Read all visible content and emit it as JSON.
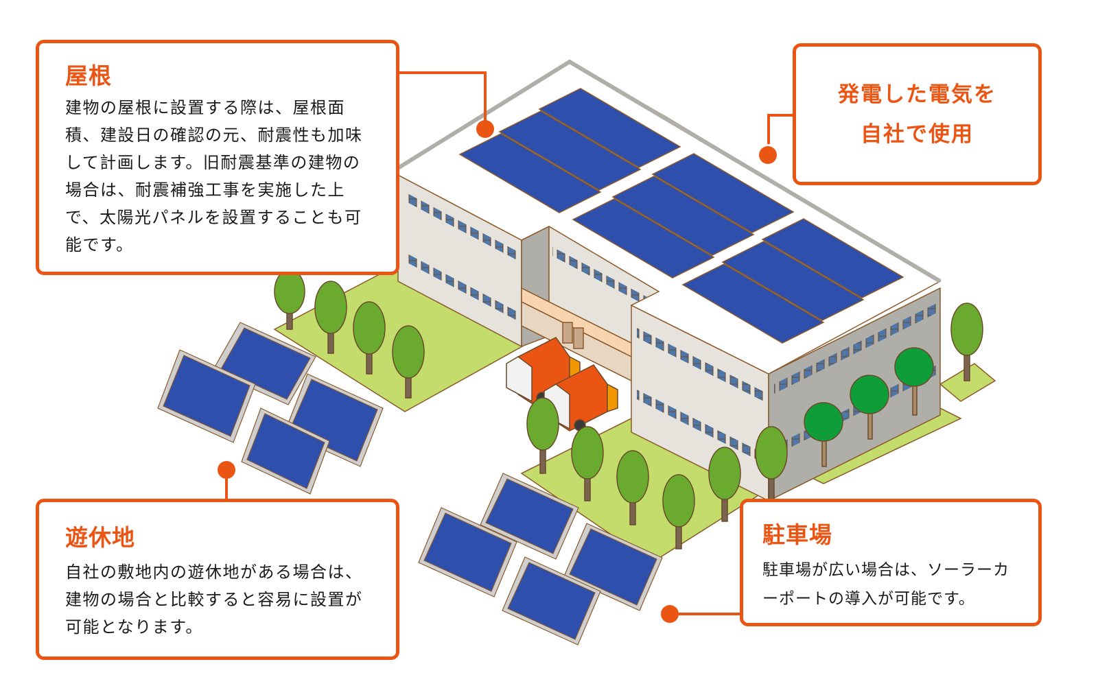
{
  "colors": {
    "accent": "#ea5514",
    "text": "#1a1a1a",
    "panel_blue": "#2f4fad",
    "panel_frame": "#cfcfcf",
    "grass": "#c4dc6c",
    "tree_green": "#6aaa2e",
    "wall": "#e6e3dc",
    "window_blue": "#4f76a8",
    "truck_orange": "#ea5514",
    "outline": "#8a5a2b"
  },
  "callouts": {
    "roof": {
      "title": "屋根",
      "body": "建物の屋根に設置する際は、屋根面積、建設日の確認の元、耐震性も加味して計画します。旧耐震基準の建物の場合は、耐震補強工事を実施した上で、太陽光パネルを設置することも可能です。"
    },
    "self_use": {
      "line1": "発電した電気を",
      "line2": "自社で使用"
    },
    "idle_land": {
      "title": "遊休地",
      "body": "自社の敷地内の遊休地がある場合は、建物の場合と比較すると容易に設置が可能となります。"
    },
    "parking": {
      "title": "駐車場",
      "body": "駐車場が広い場合は、ソーラーカーポートの導入が可能です。"
    }
  },
  "illustration": {
    "subject": "isometric factory with rooftop and ground-mounted solar panels",
    "rooftop_panel_arrays": 3,
    "ground_panel_groups": 2,
    "trucks": 2
  }
}
